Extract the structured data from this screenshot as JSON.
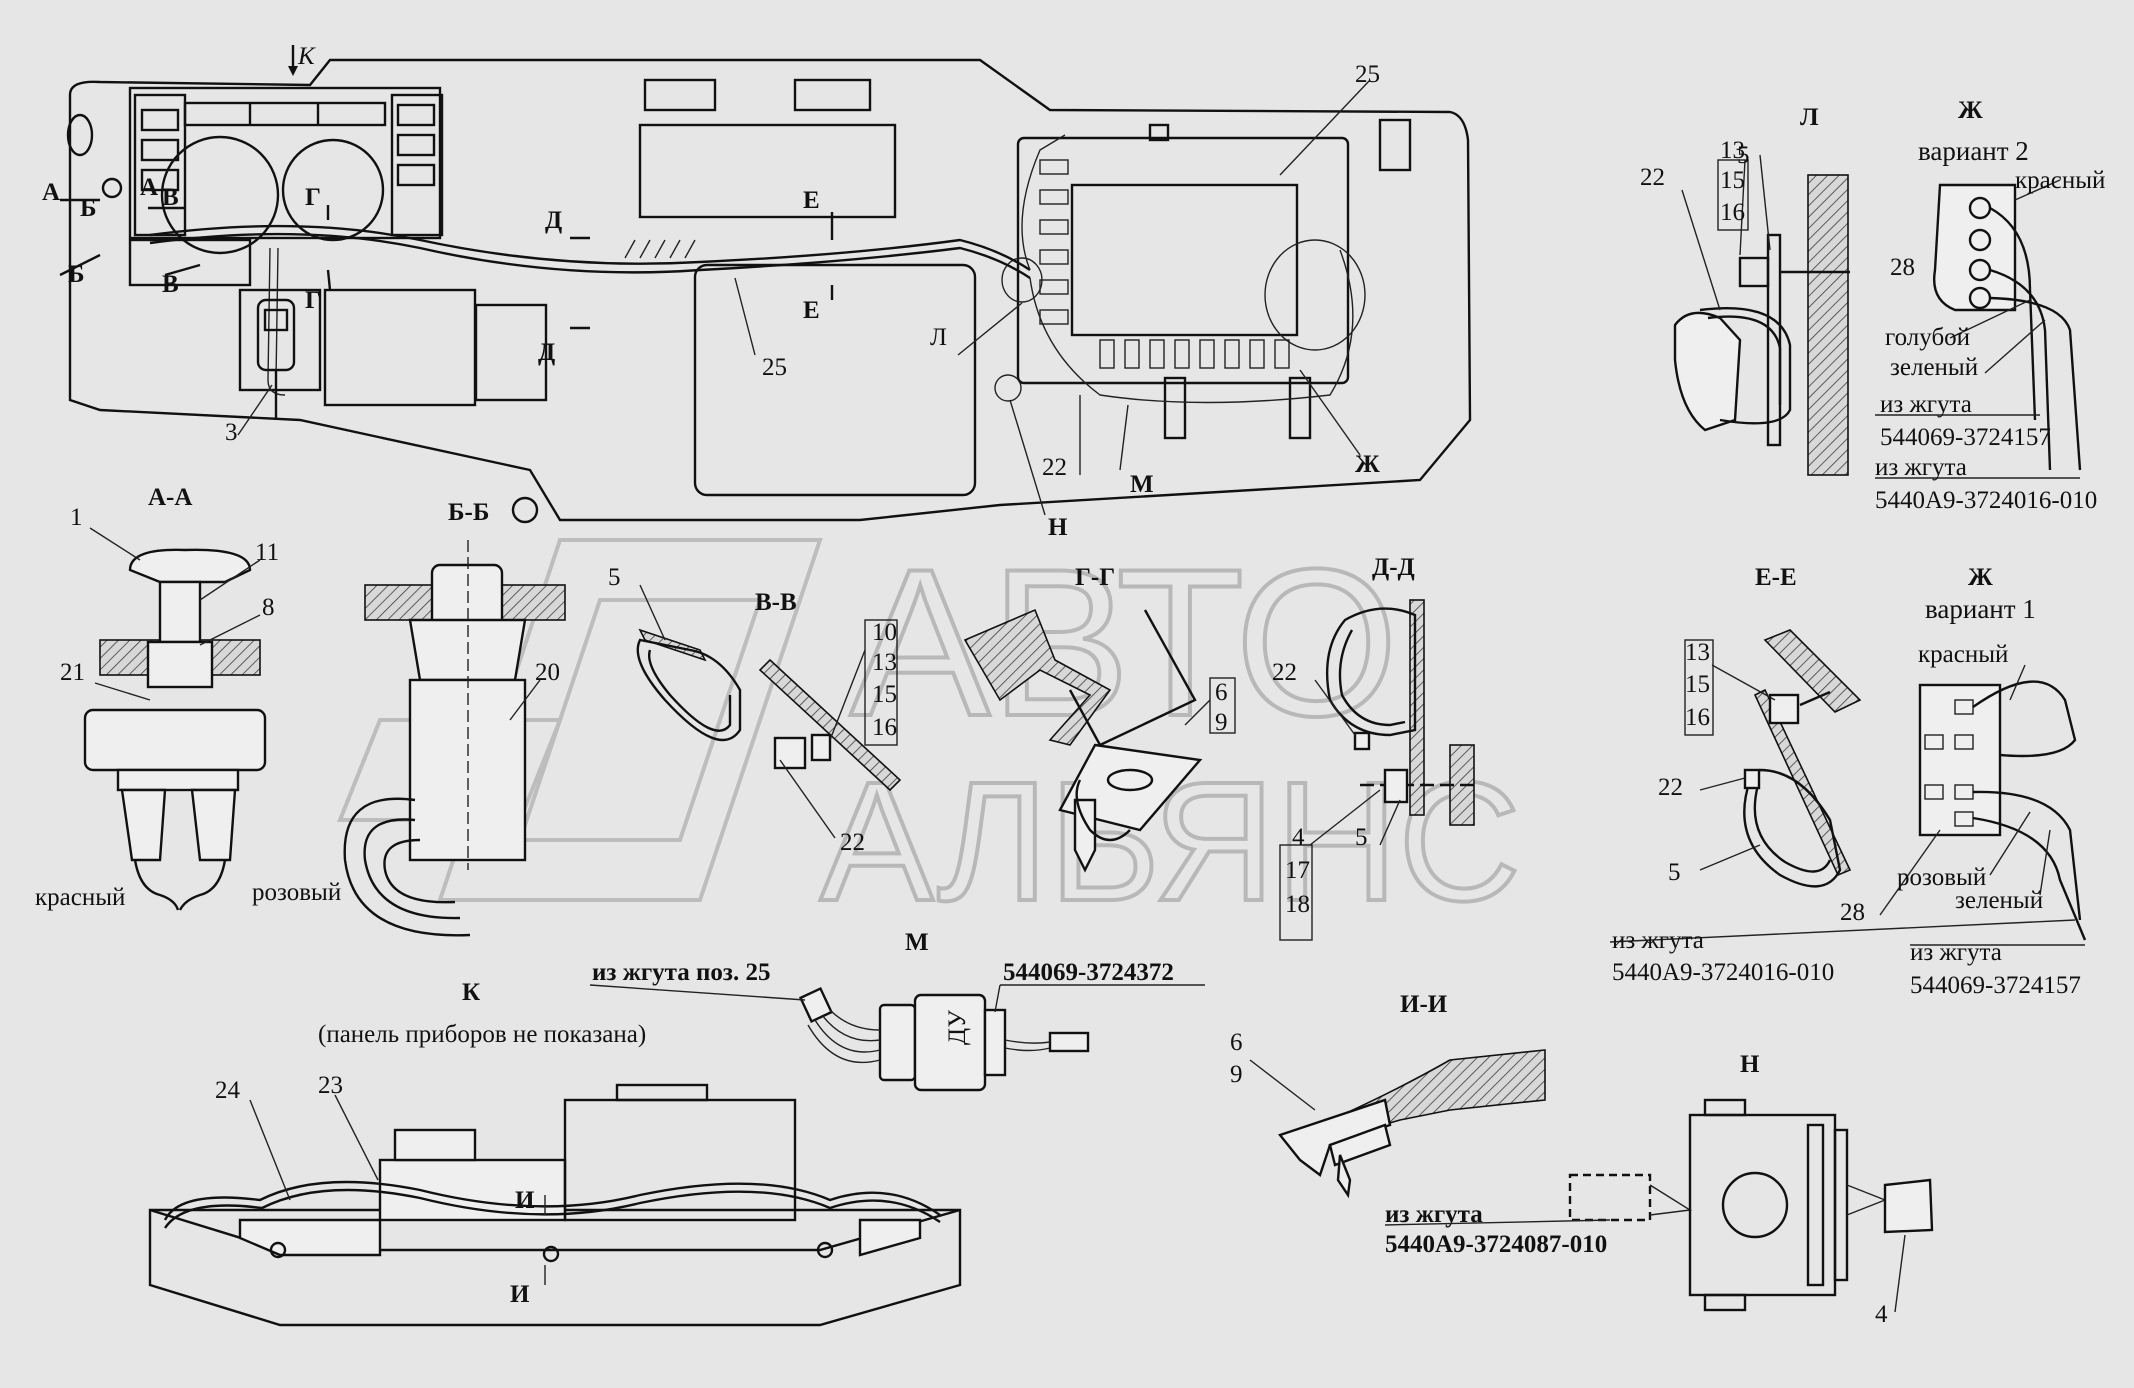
{
  "labels": {
    "view_k_arrow": "К",
    "l_25_top": "25",
    "l_A_left": "А",
    "l_B_left": "Б",
    "l_A_2": "А",
    "l_V_1": "В",
    "l_G_1": "Г",
    "l_B_2": "Б",
    "l_V_2": "В",
    "l_G_2": "Г",
    "l_D_1": "Д",
    "l_E_1": "Е",
    "l_E_2": "Е",
    "l_D_2": "Д",
    "l_25_mid": "25",
    "l_L_mid": "Л",
    "l_3": "3",
    "l_22_bot": "22",
    "l_M_bot": "М",
    "l_Zh_bot": "Ж",
    "l_N_bot": "Н",
    "sec_L": "Л",
    "sec_L_13": "13",
    "sec_L_15": "15",
    "sec_L_16": "16",
    "sec_L_22": "22",
    "sec_L_5": "5",
    "sec_Zh2": "Ж",
    "sec_Zh2_variant": "вариант 2",
    "sec_Zh2_red": "красный",
    "sec_Zh2_28": "28",
    "sec_Zh2_blue": "голубой",
    "sec_Zh2_green": "зеленый",
    "sec_Zh2_from1": "из жгута",
    "sec_Zh2_code1": "544069-3724157",
    "sec_Zh2_from2": "из жгута",
    "sec_Zh2_code2": "5440А9-3724016-010",
    "sec_AA": "А-А",
    "sec_AA_1": "1",
    "sec_AA_11": "11",
    "sec_AA_8": "8",
    "sec_AA_21": "21",
    "sec_AA_red": "красный",
    "sec_AA_pink": "розовый",
    "sec_BB": "Б-Б",
    "sec_BB_20": "20",
    "sec_VV": "В-В",
    "sec_VV_5": "5",
    "sec_VV_10": "10",
    "sec_VV_13": "13",
    "sec_VV_15": "15",
    "sec_VV_16": "16",
    "sec_VV_22": "22",
    "sec_GG": "Г-Г",
    "sec_GG_6": "6",
    "sec_GG_9": "9",
    "sec_DD": "Д-Д",
    "sec_DD_22": "22",
    "sec_DD_4": "4",
    "sec_DD_17": "17",
    "sec_DD_18": "18",
    "sec_DD_5": "5",
    "sec_EE": "Е-Е",
    "sec_EE_13": "13",
    "sec_EE_15": "15",
    "sec_EE_16": "16",
    "sec_EE_22": "22",
    "sec_EE_5": "5",
    "sec_Zh1": "Ж",
    "sec_Zh1_variant": "вариант 1",
    "sec_Zh1_red": "красный",
    "sec_Zh1_pink": "розовый",
    "sec_Zh1_green": "зеленый",
    "sec_Zh1_28": "28",
    "sec_Zh1_from1": "из жгута",
    "sec_Zh1_code1": "5440А9-3724016-010",
    "sec_Zh1_from2": "из жгута",
    "sec_Zh1_code2": "544069-3724157",
    "sec_M": "М",
    "sec_M_from": "из жгута поз. 25",
    "sec_M_code": "544069-3724372",
    "sec_M_body": "ДУ",
    "sec_K": "К",
    "sec_K_note": "(панель приборов не показана)",
    "sec_K_24": "24",
    "sec_K_23": "23",
    "sec_K_I1": "И",
    "sec_K_I2": "И",
    "sec_II": "И-И",
    "sec_II_6": "6",
    "sec_II_9": "9",
    "sec_II_from": "из жгута",
    "sec_II_code": "5440А9-3724087-010",
    "sec_N": "Н",
    "sec_N_4": "4",
    "watermark_1": "АВТО",
    "watermark_2": "АЛЬЯНС"
  },
  "colors": {
    "background": "#e6e6e6",
    "line": "#111111",
    "watermark": "#b8b8b8"
  }
}
